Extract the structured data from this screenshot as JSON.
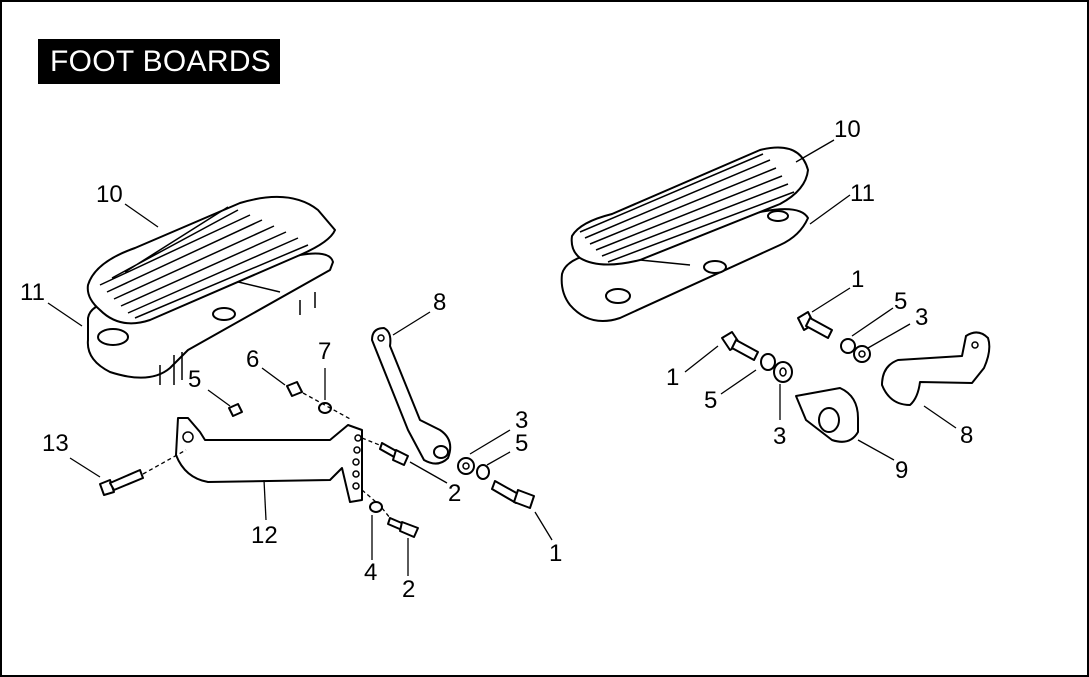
{
  "title": "FOOT BOARDS",
  "callouts": {
    "left_10": "10",
    "left_11": "11",
    "left_5": "5",
    "left_13": "13",
    "left_6": "6",
    "left_7": "7",
    "left_8": "8",
    "left_12": "12",
    "left_3": "3",
    "left_5b": "5",
    "left_2a": "2",
    "left_4": "4",
    "left_2b": "2",
    "left_1": "1",
    "right_10": "10",
    "right_11": "11",
    "right_1a": "1",
    "right_5a": "5",
    "right_3a": "3",
    "right_1b": "1",
    "right_5b": "5",
    "right_3b": "3",
    "right_8": "8",
    "right_9": "9"
  }
}
